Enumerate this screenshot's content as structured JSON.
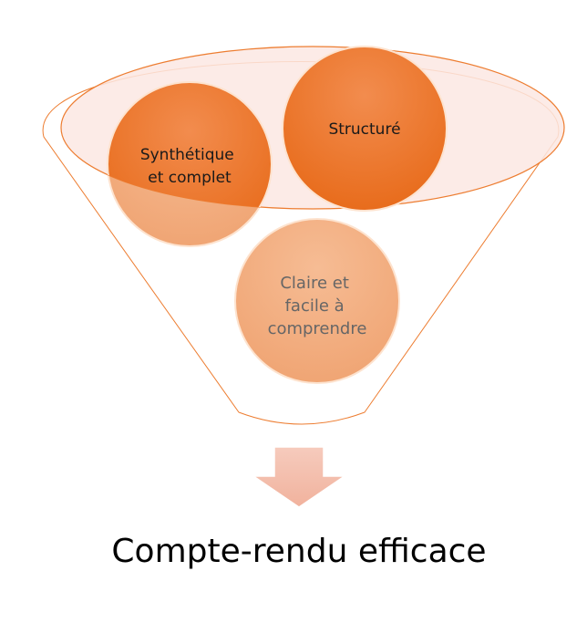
{
  "diagram": {
    "type": "funnel",
    "inputs": [
      {
        "lines": [
          "Synthétique",
          "et complet"
        ]
      },
      {
        "lines": [
          "Structuré"
        ]
      },
      {
        "lines": [
          "Claire et",
          "facile à",
          "comprendre"
        ]
      }
    ],
    "result": "Compte-rendu efficace"
  },
  "colors": {
    "accent": "#ed7d31",
    "dark_circle": "#ef7f2f",
    "light_circle": "#f4b183",
    "ellipse_fill": "#fbe8e3",
    "arrow": "#f4bfae"
  }
}
